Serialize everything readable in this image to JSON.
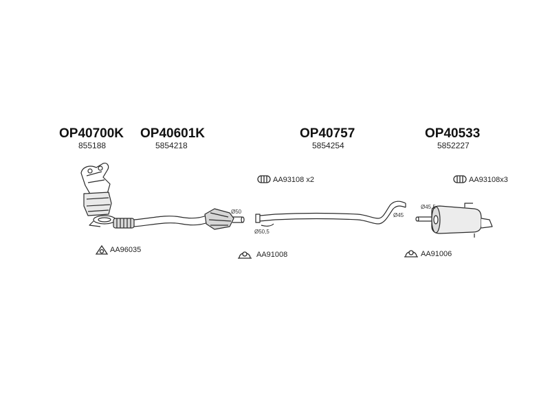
{
  "parts": [
    {
      "code": "OP40700K",
      "ref": "855188"
    },
    {
      "code": "OP40601K",
      "ref": "5854218"
    },
    {
      "code": "OP40757",
      "ref": "5854254"
    },
    {
      "code": "OP40533",
      "ref": "5852227"
    }
  ],
  "accessories": {
    "clamp_set_1": "AA93108 x2",
    "clamp_set_2": "AA93108x3",
    "gasket": "AA96035",
    "mount_1": "AA91008",
    "mount_2": "AA91006"
  },
  "dimensions": {
    "d50": "Ø50",
    "d50_5": "Ø50,5",
    "d45": "Ø45",
    "d45_5": "Ø45,5"
  },
  "colors": {
    "line": "#2a2a2a",
    "fill": "#ffffff",
    "shade": "#cfcfcf"
  }
}
